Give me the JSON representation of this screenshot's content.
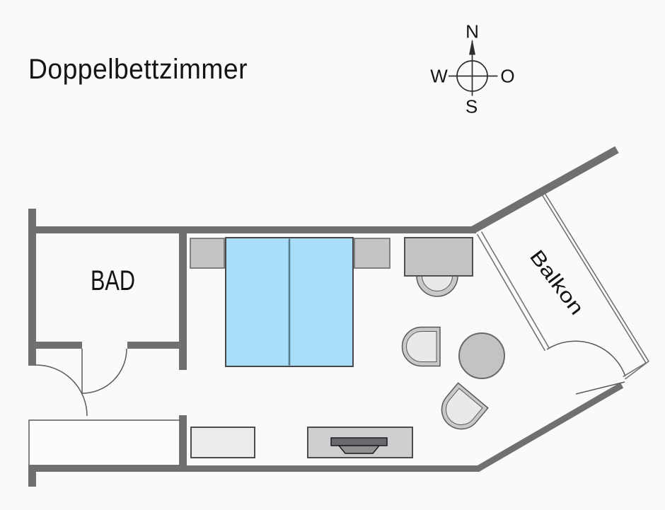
{
  "title": "Doppelbettzimmer",
  "labels": {
    "bathroom": "BAD",
    "balcony": "Balkon"
  },
  "compass": {
    "north": "N",
    "east": "O",
    "south": "S",
    "west": "W"
  },
  "colors": {
    "background": "#fafafa",
    "wall": "#707072",
    "bed": "#a9def8",
    "furniture_gray": "#c4c4c6",
    "furniture_light": "#e9e9e9",
    "tv_dark": "#6a6a6e",
    "outline": "#58585b",
    "text": "#141414"
  },
  "furniture": [
    "double-bed",
    "nightstand-left",
    "nightstand-right",
    "desk",
    "desk-chair",
    "armchair-upper",
    "armchair-lower",
    "round-table",
    "wardrobe",
    "minibar-bench",
    "tv-sideboard",
    "tv"
  ],
  "doors": [
    "entrance-door",
    "bathroom-door",
    "balcony-door"
  ]
}
